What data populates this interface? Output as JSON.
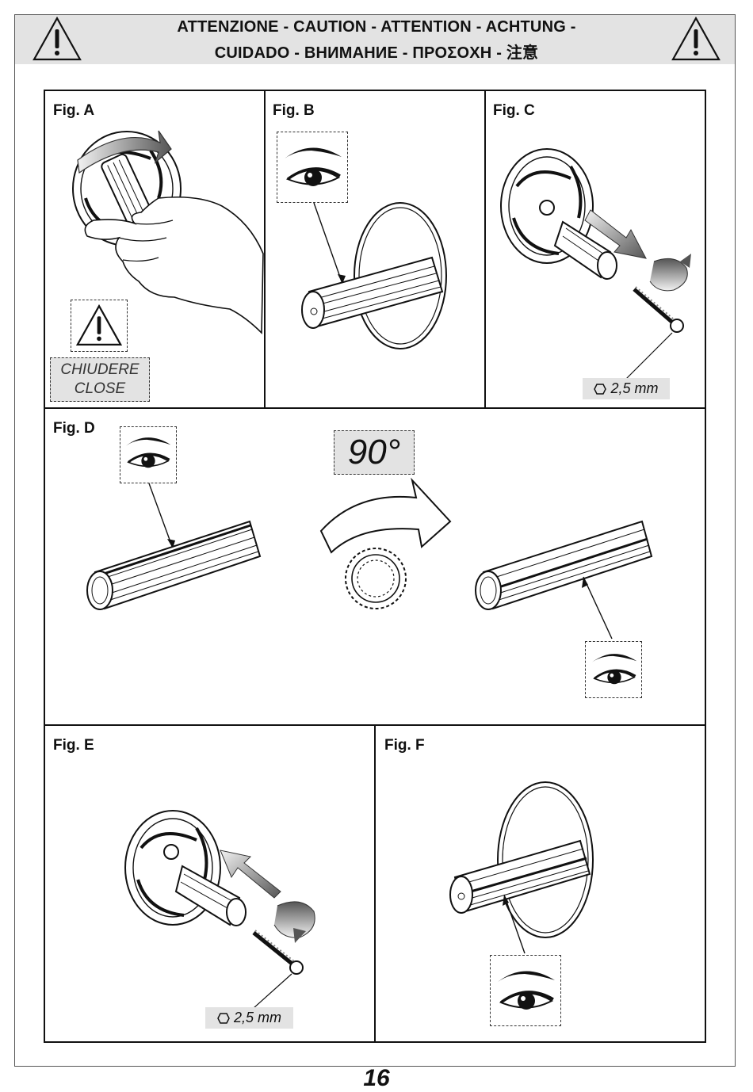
{
  "header": {
    "line1": "ATTENZIONE - CAUTION - ATTENTION - ACHTUNG -",
    "line2": "CUIDADO - ВНИМАНИЕ - ΠΡΟΣΟΧΗ - 注意"
  },
  "figures": {
    "a": {
      "label": "Fig. A",
      "tag_line1": "CHIUDERE",
      "tag_line2": "CLOSE"
    },
    "b": {
      "label": "Fig. B"
    },
    "c": {
      "label": "Fig. C",
      "hex_size": "2,5 mm"
    },
    "d": {
      "label": "Fig. D",
      "rotation": "90°"
    },
    "e": {
      "label": "Fig. E",
      "hex_size": "2,5 mm"
    },
    "f": {
      "label": "Fig. F"
    }
  },
  "footer": {
    "page_number": "16"
  },
  "icons": [
    "warning-triangle-icon",
    "eye-icon",
    "hex-key-icon",
    "rotation-arrow-icon"
  ]
}
